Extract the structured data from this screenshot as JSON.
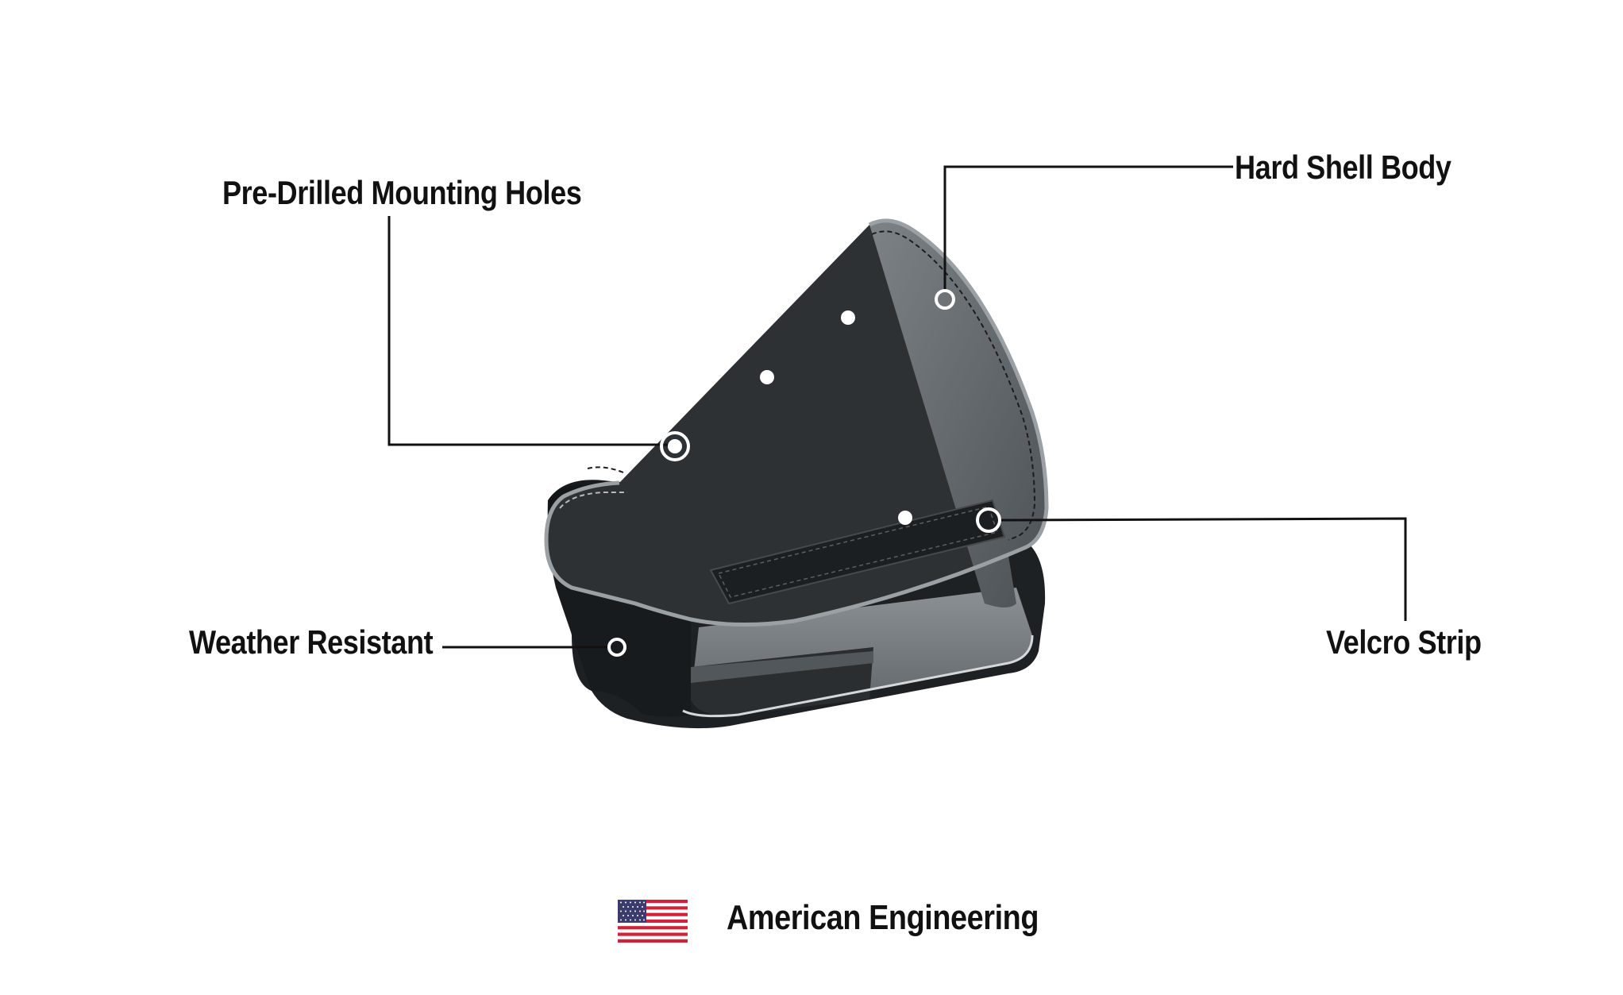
{
  "callouts": {
    "mounting_holes": "Pre-Drilled Mounting Holes",
    "hard_shell": "Hard Shell Body",
    "weather_resistant": "Weather Resistant",
    "velcro_strip": "Velcro Strip"
  },
  "footer": {
    "text": "American Engineering",
    "flag_icon": "us-flag-icon"
  },
  "colors": {
    "bag_dark": "#2d3134",
    "bag_front": "#181b1d",
    "panel_gray": "#6d7277",
    "trim_gray": "#9aa0a4",
    "label_text": "#111111",
    "leader_line": "#111111"
  }
}
